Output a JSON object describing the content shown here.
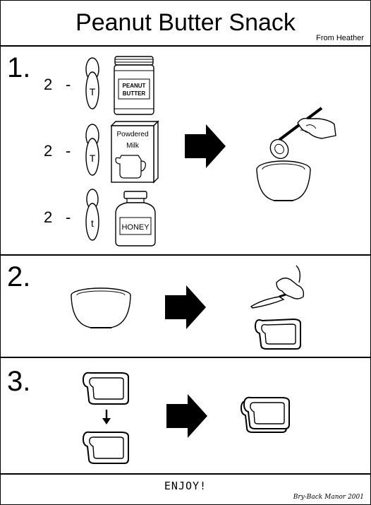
{
  "header": {
    "title": "Peanut Butter Snack",
    "credit": "From Heather"
  },
  "steps": [
    {
      "number": "1.",
      "ingredients": [
        {
          "qty": "2",
          "dash": "-",
          "spoon_letter": "T",
          "item_label_1": "PEANUT",
          "item_label_2": "BUTTER"
        },
        {
          "qty": "2",
          "dash": "-",
          "spoon_letter": "T",
          "item_label_1": "Powdered",
          "item_label_2": "Milk"
        },
        {
          "qty": "2",
          "dash": "-",
          "spoon_letter": "t",
          "item_label_1": "HONEY"
        }
      ]
    },
    {
      "number": "2."
    },
    {
      "number": "3."
    }
  ],
  "footer": {
    "enjoy": "ENJOY!",
    "brand": "Bry-Back Manor 2001"
  }
}
